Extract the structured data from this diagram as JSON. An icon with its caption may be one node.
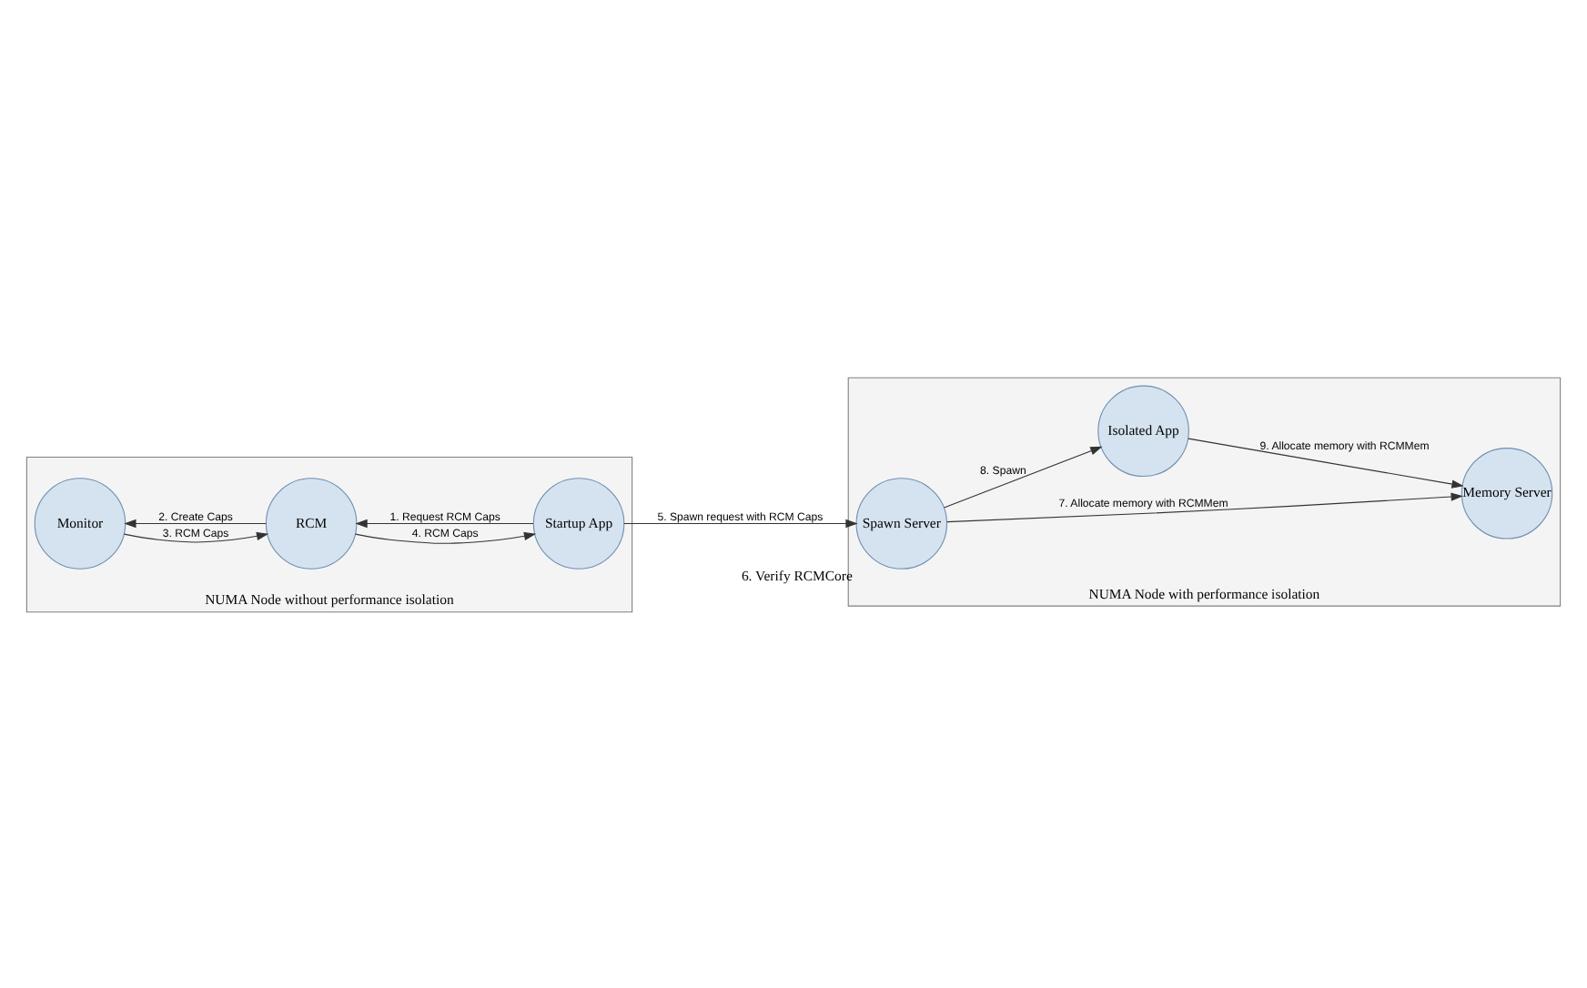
{
  "diagram": {
    "nodes": [
      {
        "text": [
          "NUMA Node without performance isolation"
        ]
      },
      {
        "text": [
          "Monitor"
        ],
        "in": 0
      },
      {
        "text": [
          "RCM"
        ],
        "in": 0
      },
      {
        "text": [
          "Startup App"
        ],
        "in": 0
      },
      {
        "text": [
          "NUMA Node with performance isolation"
        ]
      },
      {
        "text": [
          "Spawn Server"
        ],
        "in": 4,
        "beside": [
          "6. Verify RCMCore"
        ]
      },
      {
        "text": [
          "Memory Server"
        ],
        "in": 4
      },
      {
        "text": [
          "Isolated App"
        ],
        "in": 4
      }
    ],
    "edges": [
      {
        "from": 2,
        "to": 1,
        "arrow": "to",
        "label": "2. Create Caps"
      },
      {
        "from": 1,
        "to": 2,
        "arrow": "to",
        "label": "3. RCM Caps"
      },
      {
        "from": 3,
        "to": 2,
        "arrow": "to",
        "label": "1. Request RCM Caps"
      },
      {
        "from": 2,
        "to": 3,
        "arrow": "to",
        "label": "4. RCM Caps"
      },
      {
        "from": 3,
        "to": 5,
        "arrow": "to",
        "label": "5. Spawn request with RCM Caps"
      },
      {
        "from": 5,
        "to": 6,
        "arrow": "to",
        "label": "7. Allocate memory with RCMMem"
      },
      {
        "from": 5,
        "to": 7,
        "arrow": "to",
        "label": "8. Spawn"
      },
      {
        "from": 7,
        "to": 6,
        "arrow": "to",
        "label": "9. Allocate memory with RCMMem"
      }
    ]
  }
}
